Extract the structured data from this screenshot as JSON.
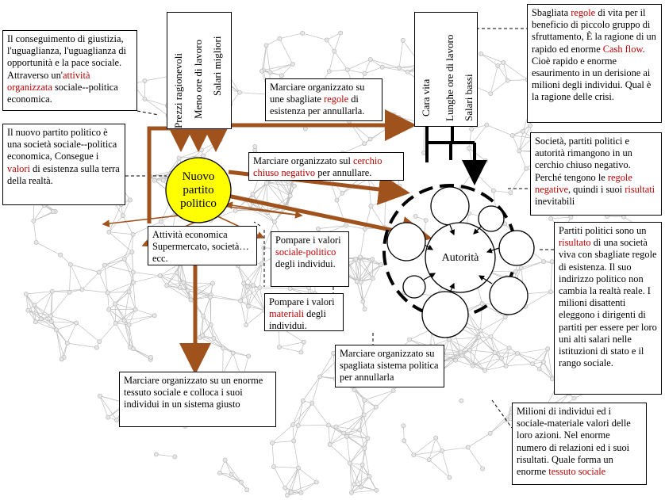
{
  "colors": {
    "arrow": "#a0521d",
    "highlight": "#c00000",
    "new_party_fill": "#ffff00",
    "network": "#bdbdbd"
  },
  "center": {
    "new_party": "Nuovo partito politico",
    "authority": "Autorità"
  },
  "vertical_labels_left": [
    "Prezzi ragionevoli",
    "Meno ore di lavoro",
    "Salari migliori"
  ],
  "vertical_labels_right": [
    "Cara vita",
    "Lunghe ore di lavoro",
    "Salari bassi"
  ],
  "boxes": {
    "conseguimento": {
      "pre": "Il conseguimento  di giustizia, l'uguaglianza, l'uguaglianza  di opportunità e la pace sociale.  Attraverso un'",
      "hl": "attività organizzata",
      "post": " sociale--politica economica."
    },
    "nuovo_partito": {
      "pre": "Il nuovo partito politico è una società  sociale--politica economica, Consegue i ",
      "hl": "valori",
      "post": " di esistenza sulla terra della realtà."
    },
    "marciare_regole": {
      "pre": "Marciare organizzato su une sbagliate ",
      "hl": "regole",
      "post": " di esistenza per annullarla."
    },
    "marciare_cerchio": {
      "pre": "Marciare organizzato sul ",
      "hl": "cerchio chiuso negativo",
      "post": " per annullare."
    },
    "attivita": {
      "text": "Attività economica Supermercato, società…ecc."
    },
    "pompare_sociale": {
      "pre": "Pompare i valori ",
      "hl": "sociale-politico",
      "post": " degli individui."
    },
    "pompare_materiali": {
      "pre": "Pompare i valori ",
      "hl": "materiali",
      "post": " degli individui."
    },
    "marciare_sistema": {
      "text": "Marciare organizzato su spagliata sistema politica per annullarla"
    },
    "marciare_tessuto": {
      "text": "Marciare organizzato  su un enorme tessuto  sociale e colloca i suoi individui  in un sistema giusto"
    },
    "sbagliata": {
      "pre": "Sbagliata ",
      "hl": "regole",
      "mid": " di vita per il beneficio di piccolo gruppo di sfruttamento, È la ragione di un rapido ed enorme ",
      "hl2": "Cash flow",
      "post": ". Cioè rapido e enorme esaurimento  in un derisione ai milioni degli individui. Qual è la ragione delle crisi."
    },
    "societa": {
      "pre": "Società, partiti politici e autorità rimangono in un cerchio chiuso negativo. Perché tengono  le ",
      "hl": "regole negative",
      "mid": ", quindi i suoi ",
      "hl2": "risultati",
      "post": " inevitabili"
    },
    "partiti": {
      "pre": "Partiti politici sono un ",
      "hl": "risultato",
      "post": " di una società viva con sbagliate regole di esistenza.  Il suo indirizzo politico non cambia la realtà reale. I milioni disattenti eleggono  i dirigenti di partiti per essere per loro uni alti salari nelle istituzioni di stato e il rango sociale."
    },
    "milioni": {
      "pre": "Milioni di individui ed i sociale-materiale  valori delle loro azioni.  Nel enorme numero di relazioni ed i suoi risultati. Quale forma un enorme ",
      "hl": "tessuto sociale",
      "post": ""
    }
  }
}
